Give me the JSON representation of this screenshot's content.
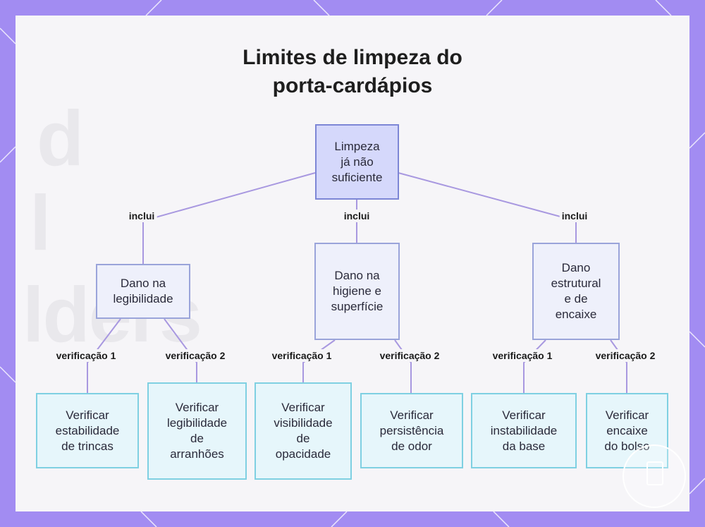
{
  "title": [
    "Limites de limpeza do",
    "porta-cardápios"
  ],
  "background_text": [
    "d",
    "l",
    "lders"
  ],
  "colors": {
    "frame": "#a28cf2",
    "panel": "#f6f5f8",
    "edge": "#a898e0",
    "root_fill": "#d5d8fb",
    "root_border": "#7d86d6",
    "mid_fill": "#eef0fb",
    "mid_border": "#9aa4da",
    "leaf_fill": "#e6f6fb",
    "leaf_border": "#7fd0e2"
  },
  "nodes": {
    "root": {
      "lines": [
        "Limpeza",
        "já não",
        "suficiente"
      ]
    },
    "legibility": {
      "lines": [
        "Dano na",
        "legibilidade"
      ]
    },
    "hygiene": {
      "lines": [
        "Dano na",
        "higiene e",
        "superfície"
      ]
    },
    "structural": {
      "lines": [
        "Dano",
        "estrutural",
        "e de",
        "encaixe"
      ]
    },
    "leaf_cracks": {
      "lines": [
        "Verificar",
        "estabilidade",
        "de trincas"
      ]
    },
    "leaf_scratches": {
      "lines": [
        "Verificar",
        "legibilidade",
        "de",
        "arranhões"
      ]
    },
    "leaf_opacity": {
      "lines": [
        "Verificar",
        "visibilidade",
        "de",
        "opacidade"
      ]
    },
    "leaf_odor": {
      "lines": [
        "Verificar",
        "persistência",
        "de odor"
      ]
    },
    "leaf_base": {
      "lines": [
        "Verificar",
        "instabilidade",
        "da base"
      ]
    },
    "leaf_pocket": {
      "lines": [
        "Verificar",
        "encaixe",
        "do bolso"
      ]
    }
  },
  "edge_labels": {
    "includes": "inclui",
    "check_1": "verificação 1",
    "check_2": "verificação 2"
  },
  "icons": {
    "badge": "menu-holder-icon"
  }
}
